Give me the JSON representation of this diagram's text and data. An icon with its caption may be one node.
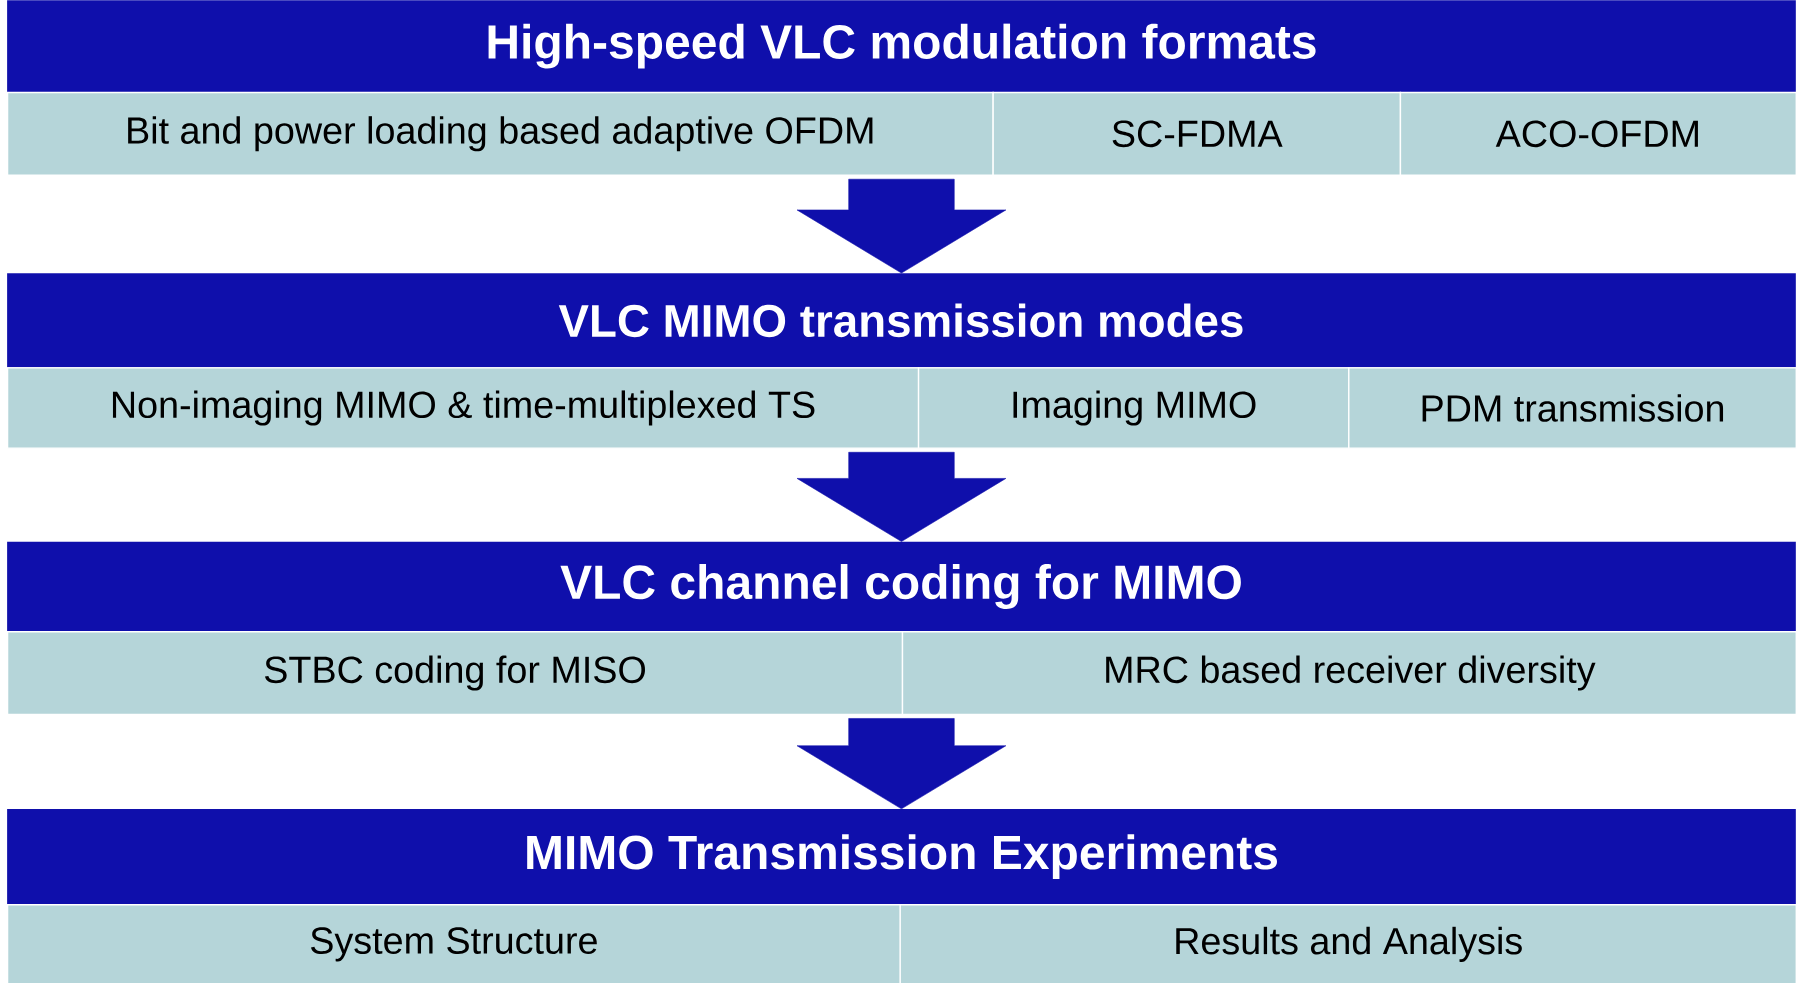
{
  "diagram": {
    "nodes": [
      {
        "text": [
          "High-speed VLC modulation formats"
        ]
      },
      {
        "text": [
          "Bit and power loading based adaptive OFDM"
        ]
      },
      {
        "text": [
          "SC-FDMA"
        ]
      },
      {
        "text": [
          "ACO-OFDM"
        ]
      },
      {
        "text": [
          "VLC MIMO transmission modes"
        ]
      },
      {
        "text": [
          "Non-imaging MIMO & time-multiplexed TS"
        ]
      },
      {
        "text": [
          "Imaging MIMO"
        ]
      },
      {
        "text": [
          "PDM transmission"
        ]
      },
      {
        "text": [
          "VLC channel coding for MIMO"
        ]
      },
      {
        "text": [
          "STBC coding for MISO"
        ]
      },
      {
        "text": [
          "MRC based receiver diversity"
        ]
      },
      {
        "text": [
          "MIMO Transmission Experiments"
        ]
      },
      {
        "text": [
          "System Structure"
        ]
      },
      {
        "text": [
          "Results and Analysis"
        ]
      }
    ],
    "edges": [
      {
        "from": 1,
        "to": 4,
        "arrow": "to",
        "style": "thick"
      },
      {
        "from": 5,
        "to": 8,
        "arrow": "to",
        "style": "thick"
      },
      {
        "from": 10,
        "to": 11,
        "arrow": "to",
        "style": "thick"
      }
    ]
  }
}
